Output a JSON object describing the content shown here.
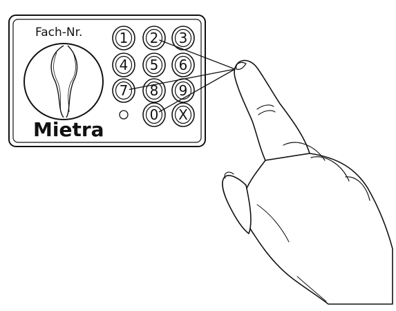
{
  "panel": {
    "compartment_label": "Fach-Nr.",
    "brand": "Mietra"
  },
  "keypad": {
    "keys": [
      "1",
      "2",
      "3",
      "4",
      "5",
      "6",
      "7",
      "8",
      "9",
      "0",
      "X"
    ],
    "touched_keys": [
      "2",
      "7",
      "0"
    ]
  }
}
